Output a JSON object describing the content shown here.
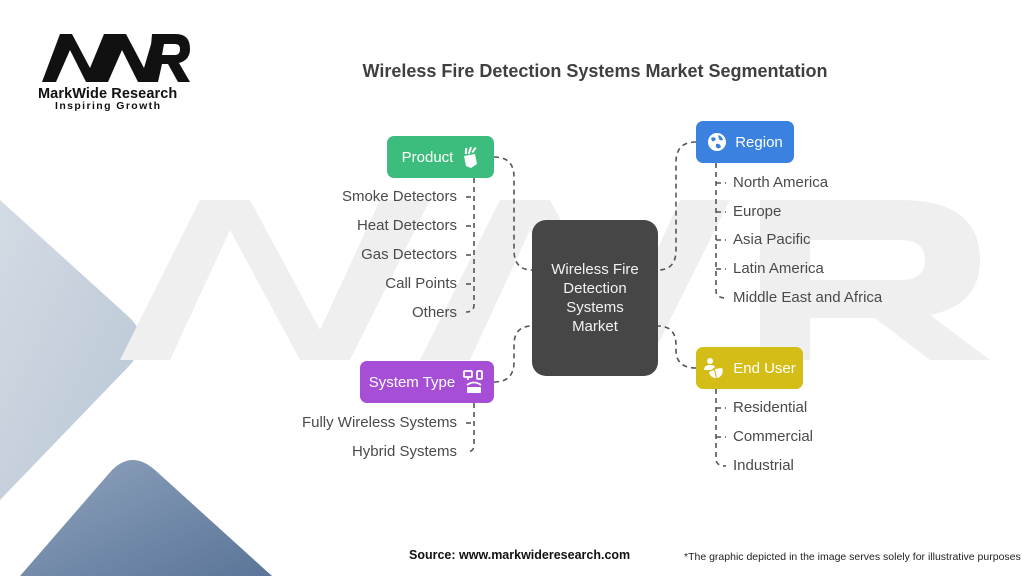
{
  "logo": {
    "mark": "MWR",
    "name": "MarkWide Research",
    "tagline": "Inspiring Growth"
  },
  "title": "Wireless Fire Detection Systems Market Segmentation",
  "center": {
    "label_lines": [
      "Wireless Fire",
      "Detection",
      "Systems",
      "Market"
    ]
  },
  "segments": {
    "product": {
      "label": "Product",
      "icon": "fire-extinguisher-icon",
      "color": "#3dbd7d",
      "items": [
        "Smoke Detectors",
        "Heat Detectors",
        "Gas Detectors",
        "Call Points",
        "Others"
      ]
    },
    "system_type": {
      "label": "System Type",
      "icon": "network-devices-icon",
      "color": "#a64fd6",
      "items": [
        "Fully Wireless Systems",
        "Hybrid Systems"
      ]
    },
    "region": {
      "label": "Region",
      "icon": "globe-icon",
      "color": "#3b82e0",
      "items": [
        "North America",
        "Europe",
        "Asia Pacific",
        "Latin America",
        "Middle East and Africa"
      ]
    },
    "end_user": {
      "label": "End User",
      "icon": "users-chart-icon",
      "color": "#d4bd16",
      "items": [
        "Residential",
        "Commercial",
        "Industrial"
      ]
    }
  },
  "footer": {
    "source": "Source: www.markwideresearch.com",
    "note": "*The graphic depicted in the image serves solely for illustrative purposes"
  }
}
